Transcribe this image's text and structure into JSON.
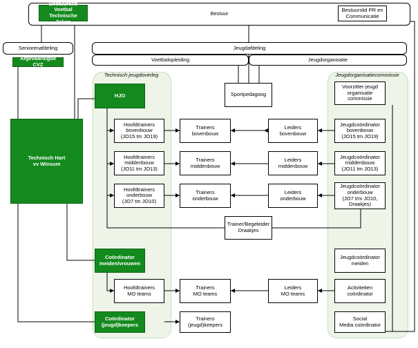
{
  "title_node": "Bestuur",
  "board": {
    "technical_member": "Bestuurslid\nVoetbal Technische\nZaken",
    "pr_member": "Bestuurslid PR en\nCommunicatie"
  },
  "senior": {
    "department": "Seniorenafdeling",
    "delegated": "Afgevaardigde CVZ"
  },
  "youth": {
    "department": "Jeugdafdeling",
    "training": "Voetbalopleiding",
    "organisation": "Jeugdorganisatie",
    "sport_pedagogue": "Sportpedagoog"
  },
  "groups": {
    "technical": "Technisch jeugdoverleg",
    "commission": "Jeugdorganisatiecommissie"
  },
  "technical_heart": "Technisch Hart\nvv Winsum",
  "hjo": "HJO",
  "coord_women": "Coördinator\nmeiden/vrouwen",
  "coord_keepers": "Coördinator\n(jeugd)keepers",
  "head_trainers": {
    "upper": "Hoofdtrainers\nbovenbouw\n(JO15 tm JO19)",
    "middle": "Hoofdtrainers\nmiddenbouw\n(JO11 tm JO13)",
    "lower": "Hoofdtrainers\nonderbouw\n(JO7 tm JO10)",
    "mo": "Hoofdtrainers\nMO teams"
  },
  "trainers": {
    "upper": "Trainers\nbovenbouw",
    "middle": "Trainers\nmiddenbouw",
    "lower": "Trainers\nonderbouw",
    "mo": "Trainers\nMO teams",
    "keepers": "Trainers\n(jeugd)keepers"
  },
  "leaders": {
    "upper": "Leiders\nbovenbouw",
    "middle": "Leiders\nmiddenbouw",
    "lower": "Leiders\nonderbouw",
    "mo": "Leiders\nMO teams"
  },
  "drakes": "Trainer/Begeleider\nDraakjes",
  "commission": {
    "chair": "Voorzitter jeugd\norganisatie\ncommissie",
    "coord_upper": "Jeugdcoördinator\nbovenbouw\n(JO15 tm JO19)",
    "coord_middle": "Jeugdcoördinator\nmiddenbouw\n(JO11 tm JO13)",
    "coord_lower": "Jeugdcoördinator\nonderbouw\n(JO7 t/m JO10,\nDraakjes)",
    "coord_girls": "Jeugdcoördinator\nmeiden",
    "activities": "Activiteiten\ncoördinator",
    "social": "Social\nMedia coördinator"
  },
  "colors": {
    "green": "#148a1e",
    "group_fill": "#eef5e8",
    "group_border": "#c7dcb8"
  }
}
